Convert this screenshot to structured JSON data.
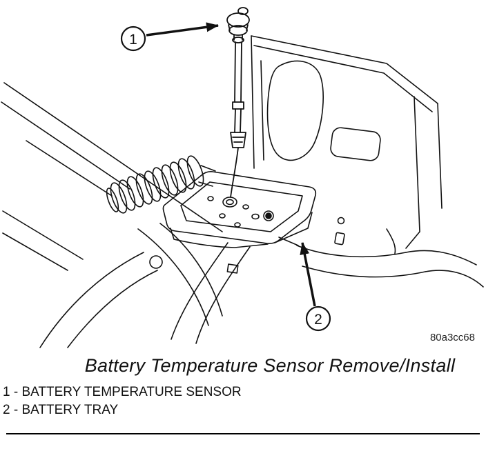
{
  "colors": {
    "line": "#111111",
    "background": "#ffffff"
  },
  "figure": {
    "code": "80a3cc68",
    "caption": "Battery Temperature Sensor Remove/Install",
    "callouts": [
      {
        "number": "1",
        "label": "BATTERY TEMPERATURE SENSOR"
      },
      {
        "number": "2",
        "label": "BATTERY TRAY"
      }
    ],
    "legend": [
      {
        "text": "1 - BATTERY TEMPERATURE SENSOR"
      },
      {
        "text": "2 - BATTERY TRAY"
      }
    ]
  }
}
